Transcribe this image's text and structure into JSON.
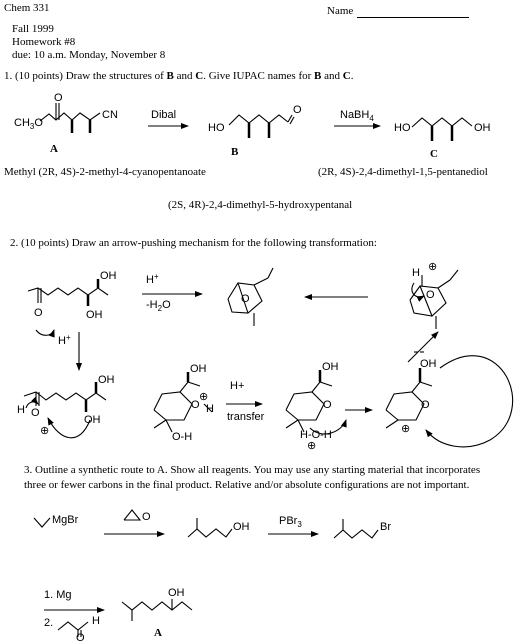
{
  "header": {
    "course": "Chem 331",
    "name_label": "Name",
    "term": "Fall  1999",
    "homework": "Homework #8",
    "due": "due:   10 a.m. Monday, November 8"
  },
  "q1": {
    "prompt_pre": "1. (10 points)  Draw the structures of ",
    "b1": "B",
    "mid1": " and ",
    "c1": "C",
    "mid2": ".  Give IUPAC names for  ",
    "b2": "B",
    "mid3": " and ",
    "c2": "C",
    "end": ".",
    "reagent1": "Dibal",
    "reagent2": "NaBH",
    "reagent2_sub": "4",
    "label_a": "A",
    "label_b": "B",
    "label_c": "C",
    "name_a": "Methyl  (2R, 4S)-2-methyl-4-cyanopentanoate",
    "name_c": "(2R, 4S)-2,4-dimethyl-1,5-pentanediol",
    "name_b": "(2S, 4R)-2,4-dimethyl-5-hydroxypentanal",
    "atoms": {
      "ch3o": "CH",
      "ch3o_sub": "3",
      "ch3o_end": "O",
      "o": "O",
      "cn": "CN",
      "ho": "HO",
      "oh": "OH",
      "o2": "O"
    }
  },
  "q2": {
    "prompt": "2. (10 points) Draw an arrow-pushing mechanism for the following transformation:",
    "reagent_h": "H",
    "reagent_h_sup": "+",
    "reagent_water": "-H",
    "reagent_water_sub": "2",
    "reagent_water_end": "O",
    "h_plus": "H",
    "h_plus_sup": "+",
    "transfer_top": "H+",
    "transfer_bottom": "transfer",
    "atoms": {
      "oh": "OH",
      "o": "O",
      "h": "H",
      "plus": "⊕"
    }
  },
  "q3": {
    "line1": "3.  Outline a synthetic route to A. Show all reagents. You may use any starting material that incorporates",
    "line2": "three or fewer carbons in the final product. Relative and/or absolute configurations are not important.",
    "grignard": "MgBr",
    "epoxide_o": "O",
    "alcohol_oh": "OH",
    "reagent_pbr": "PBr",
    "reagent_pbr_sub": "3",
    "bromide": "Br",
    "step1": "1. Mg",
    "step2": "2.",
    "step2_h": "H",
    "step2_o": "O",
    "product_oh": "OH",
    "label_a": "A"
  }
}
